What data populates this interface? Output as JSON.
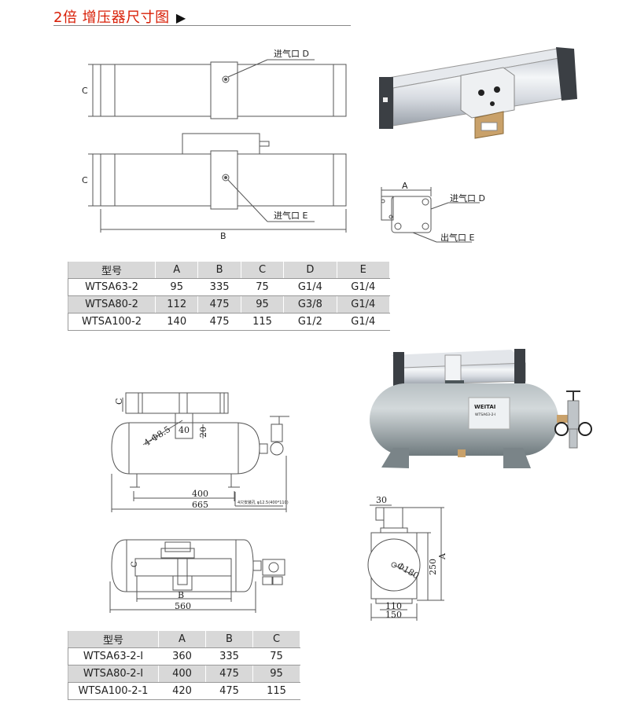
{
  "header": {
    "title": "2倍 增压器尺寸图",
    "arrow": "▶"
  },
  "drawing1": {
    "label_c": "C",
    "label_b": "B",
    "inlet_d": "进气口 D",
    "inlet_e": "进气口 E"
  },
  "port_view": {
    "label_a": "A",
    "inlet_d": "进气口 D",
    "outlet_e": "出气口 E"
  },
  "table1": {
    "headers": [
      "型号",
      "A",
      "B",
      "C",
      "D",
      "E"
    ],
    "rows": [
      [
        "WTSA63-2",
        "95",
        "335",
        "75",
        "G1/4",
        "G1/4"
      ],
      [
        "WTSA80-2",
        "112",
        "475",
        "95",
        "G3/8",
        "G1/4"
      ],
      [
        "WTSA100-2",
        "140",
        "475",
        "115",
        "G1/2",
        "G1/4"
      ]
    ]
  },
  "tank_drawing": {
    "label_c": "C",
    "holes": "4-Φ8.5",
    "dim_40": "40",
    "dim_20": "20",
    "dim_400": "400",
    "dim_665": "665",
    "mount_note": "4只安装孔 φ12.5(400*110)",
    "label_b": "B",
    "dim_560": "560"
  },
  "tank_end_view": {
    "dim_30": "30",
    "dia": "Φ180",
    "dim_250": "250",
    "label_a": "A",
    "dim_110": "110",
    "dim_150": "150"
  },
  "tank_photo": {
    "brand": "WEITAI",
    "model": "WTSA63-2-I"
  },
  "table2": {
    "headers": [
      "型号",
      "A",
      "B",
      "C"
    ],
    "rows": [
      [
        "WTSA63-2-I",
        "360",
        "335",
        "75"
      ],
      [
        "WTSA80-2-I",
        "400",
        "475",
        "95"
      ],
      [
        "WTSA100-2-1",
        "420",
        "475",
        "115"
      ]
    ]
  }
}
